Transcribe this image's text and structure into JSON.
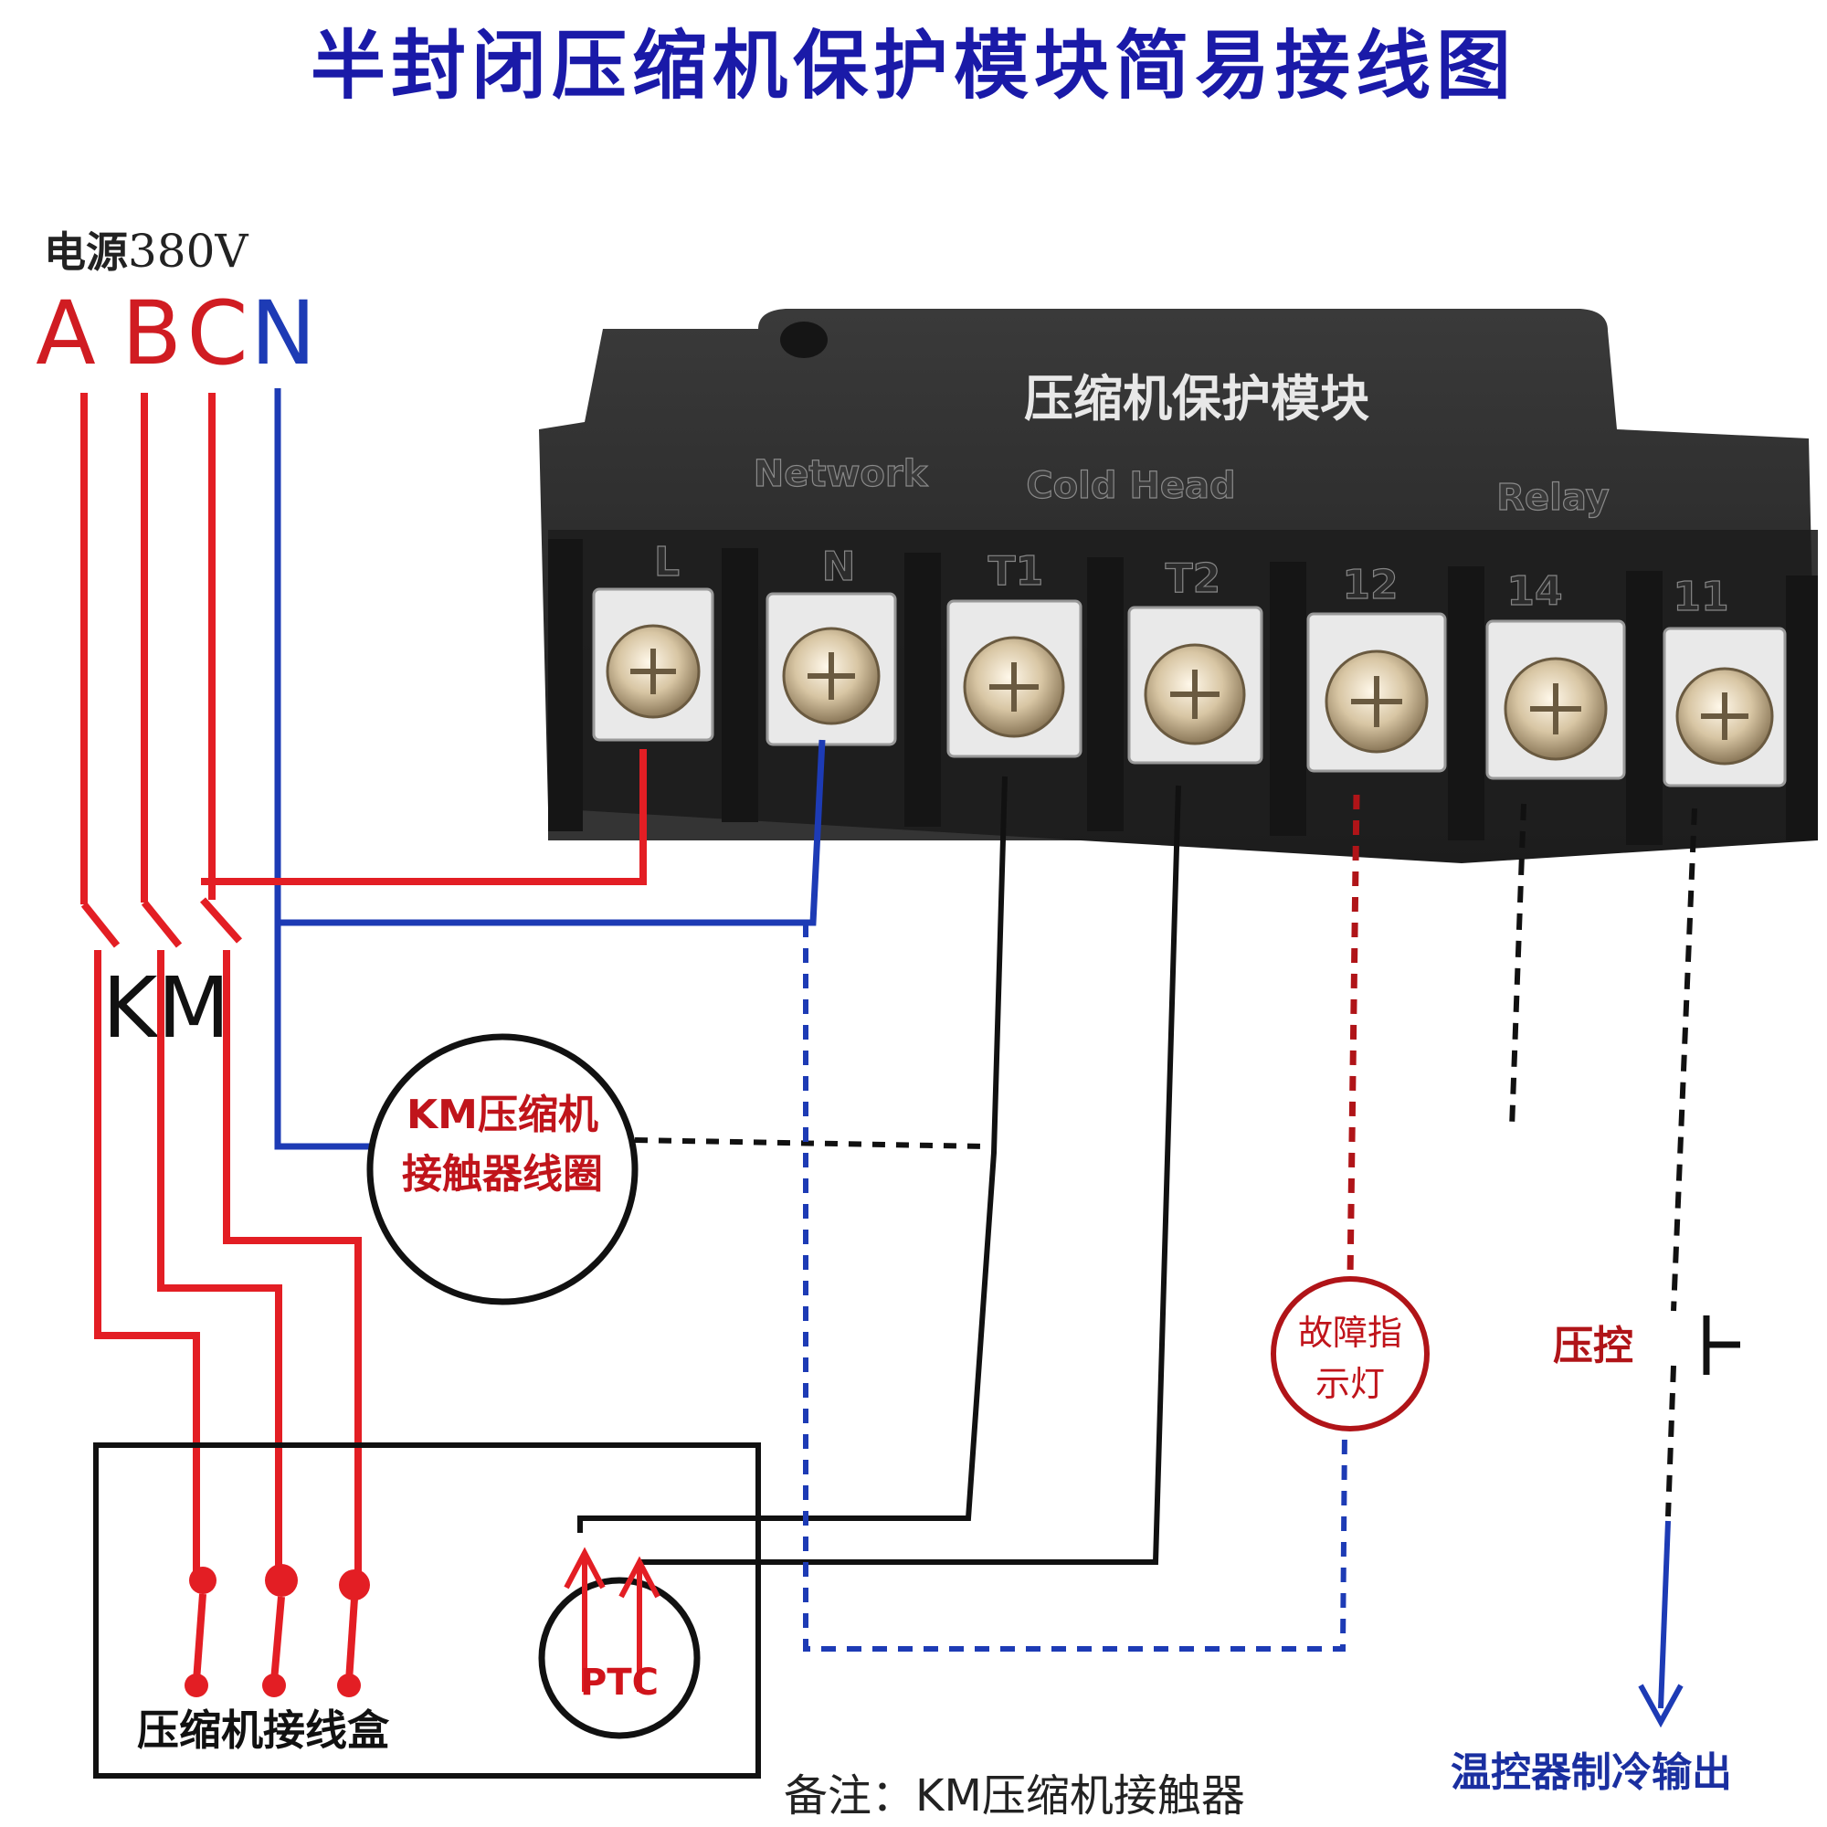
{
  "title": "半封闭压缩机保护模块简易接线图",
  "power": {
    "label": "电源",
    "voltage": "380V",
    "phases": [
      "A",
      "B",
      "C",
      "N"
    ]
  },
  "contactor": {
    "label": "KM"
  },
  "module": {
    "name": "压缩机保护模块",
    "groups": [
      "Network",
      "Cold Head",
      "Relay"
    ],
    "terminals": [
      "L",
      "N",
      "T1",
      "T2",
      "12",
      "14",
      "11"
    ]
  },
  "coil": {
    "line1": "KM压缩机",
    "line2": "接触器线圈"
  },
  "fault_lamp": {
    "line1": "故障指",
    "line2": "示灯"
  },
  "pressure_switch": {
    "label": "压控"
  },
  "ptc": {
    "label": "PTC"
  },
  "junction_box": {
    "label": "压缩机接线盒"
  },
  "note": "备注：KM压缩机接触器",
  "thermostat_output": "温控器制冷输出",
  "colors": {
    "title": "#1a1aa8",
    "phase_line": "#e31e24",
    "neutral_line": "#1d3bb5",
    "control_line": "#111111",
    "label_red": "#c0141b",
    "module_body": "#262626"
  }
}
